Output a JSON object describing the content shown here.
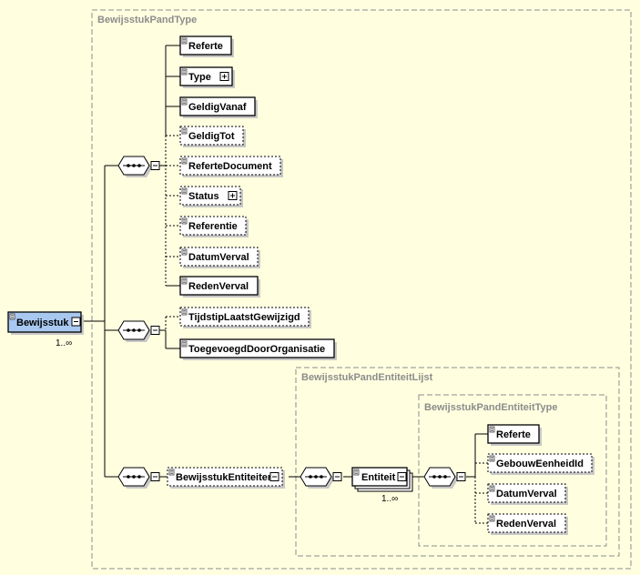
{
  "root": {
    "label": "Bewijsstuk",
    "cardinality": "1..∞"
  },
  "groups": {
    "pand_type": "BewijsstukPandType",
    "entiteit_lijst": "BewijsstukPandEntiteitLijst",
    "entiteit_type": "BewijsstukPandEntiteitType"
  },
  "sequence1": [
    {
      "label": "Referte",
      "optional": false,
      "expandable": false
    },
    {
      "label": "Type",
      "optional": false,
      "expandable": true
    },
    {
      "label": "GeldigVanaf",
      "optional": false,
      "expandable": false
    },
    {
      "label": "GeldigTot",
      "optional": true,
      "expandable": false
    },
    {
      "label": "ReferteDocument",
      "optional": true,
      "expandable": false
    },
    {
      "label": "Status",
      "optional": true,
      "expandable": true
    },
    {
      "label": "Referentie",
      "optional": true,
      "expandable": false
    },
    {
      "label": "DatumVerval",
      "optional": true,
      "expandable": false
    },
    {
      "label": "RedenVerval",
      "optional": false,
      "expandable": false
    }
  ],
  "sequence2": [
    {
      "label": "TijdstipLaatstGewijzigd",
      "optional": true,
      "expandable": false
    },
    {
      "label": "ToegevoegdDoorOrganisatie",
      "optional": false,
      "expandable": false
    }
  ],
  "entiteiten": {
    "label": "BewijsstukEntiteiten",
    "optional": true
  },
  "entiteit": {
    "label": "Entiteit",
    "cardinality": "1..∞"
  },
  "entiteit_children": [
    {
      "label": "Referte",
      "optional": false
    },
    {
      "label": "GebouwEenheidId",
      "optional": true
    },
    {
      "label": "DatumVerval",
      "optional": true
    },
    {
      "label": "RedenVerval",
      "optional": true
    }
  ],
  "colors": {
    "background": "#ffffe0",
    "root_fill": "#a8c8f0",
    "group_border": "#8c8c8c"
  }
}
